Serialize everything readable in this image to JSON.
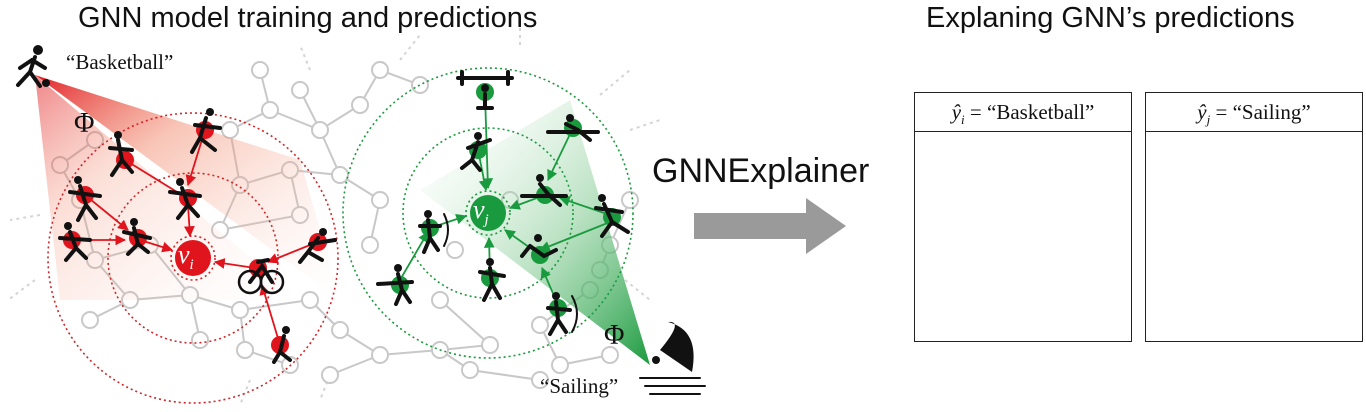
{
  "titles": {
    "left": "GNN model training and predictions",
    "right": "Explaning GNN’s predictions"
  },
  "arrow_label": "GNNExplainer",
  "node_labels": {
    "vi": "v",
    "vi_sub": "i",
    "vj": "v",
    "vj_sub": "j"
  },
  "phi": "Φ",
  "predictions": {
    "basketball": "“Basketball”",
    "sailing": "“Sailing”"
  },
  "panels": [
    {
      "symbol": "ŷ",
      "sub": "i",
      "equals": "=",
      "value": "“Basketball”"
    },
    {
      "symbol": "ŷ",
      "sub": "j",
      "equals": "=",
      "value": "“Sailing”"
    }
  ],
  "colors": {
    "red": "#e0141c",
    "green": "#1a9a3e",
    "gray_arrow": "#9a9a9a",
    "graph_gray": "#c8c8c8"
  }
}
